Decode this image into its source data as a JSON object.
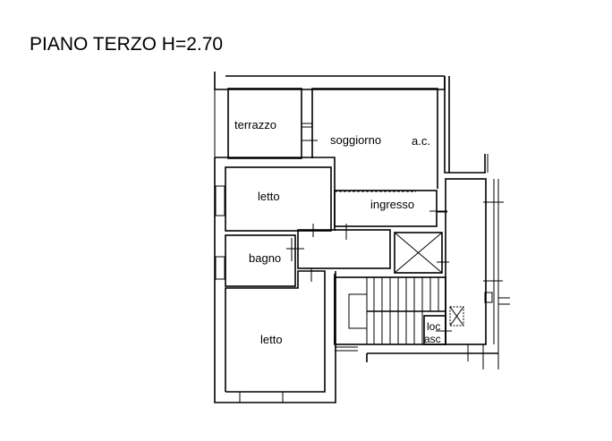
{
  "title": "PIANO TERZO H=2.70",
  "rooms": {
    "terrazzo": "terrazzo",
    "soggiorno": "soggiorno",
    "ac": "a.c.",
    "letto_top": "letto",
    "ingresso": "ingresso",
    "bagno": "bagno",
    "letto_bottom": "letto",
    "loc": "loc",
    "asc": "asc"
  }
}
